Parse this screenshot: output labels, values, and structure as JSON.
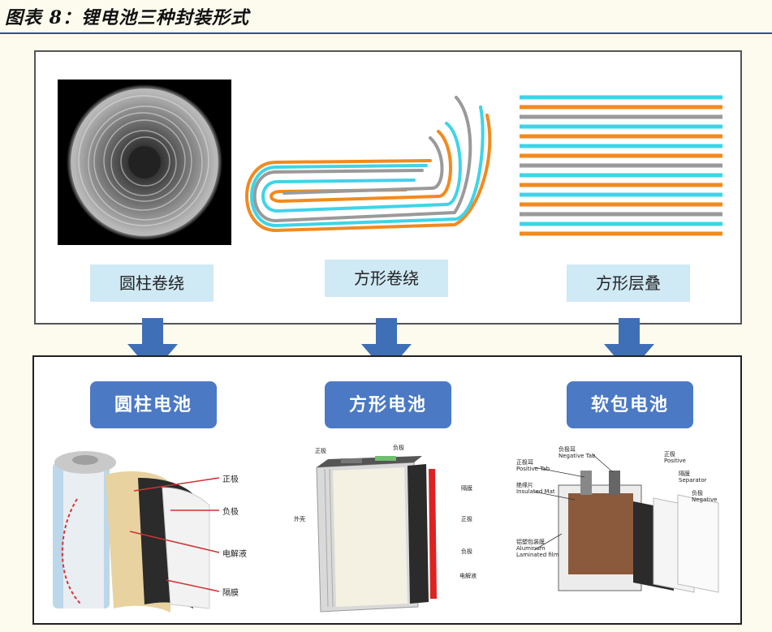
{
  "header": {
    "title": "图表 8：锂电池三种封装形式"
  },
  "top_panel": {
    "labels": [
      "圆柱卷绕",
      "方形卷绕",
      "方形层叠"
    ]
  },
  "bottom_panel": {
    "buttons": [
      "圆柱电池",
      "方形电池",
      "软包电池"
    ],
    "cylindrical_parts": [
      "正极",
      "负极",
      "电解液",
      "隔膜"
    ],
    "prismatic_parts": {
      "positive_terminal": "正极",
      "negative_terminal": "负极",
      "shell": "外壳",
      "separator": "隔膜",
      "cathode": "正极",
      "anode": "负极",
      "electrolyte": "电解液"
    },
    "pouch_parts": {
      "neg_tab": "负极耳\nNegative Tab",
      "pos_tab": "正极耳\nPositive Tab",
      "insulated": "绝缘片\nInsulated Mat",
      "positive": "正极\nPositive",
      "separator": "隔膜\nSeparator",
      "negative": "负极\nNegative",
      "laminated": "铝塑包装膜\nAluminum\nLaminated film"
    }
  },
  "colors": {
    "accent_blue": "#4b79c4",
    "label_bg": "#cfe9f5",
    "orange": "#f28a1e",
    "cyan": "#3ed4e8",
    "gray": "#9a9a9a",
    "rule": "#1a5aa0"
  }
}
